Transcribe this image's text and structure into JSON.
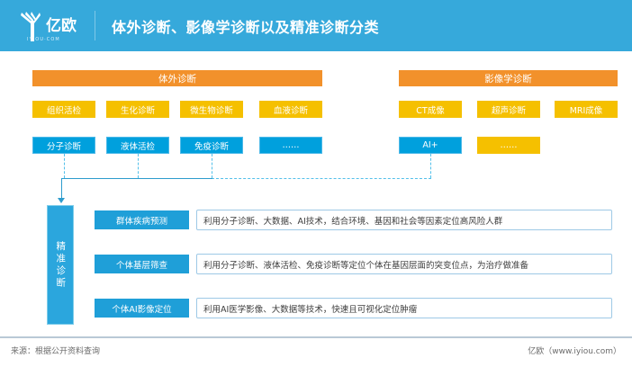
{
  "header": {
    "logo_name": "亿欧",
    "logo_sub": "IYIOU·COM",
    "logo_icon": "tree-logo-icon",
    "title": "体外诊断、影像学诊断以及精准诊断分类"
  },
  "colors": {
    "header_bg": "#36a9db",
    "orange": "#f2912b",
    "yellow": "#f5c000",
    "blue": "#00a0dd",
    "tag_blue": "#1f9fd8",
    "connector": "#53c0ea",
    "border": "#9ec9e6"
  },
  "groups": [
    {
      "title": "体外诊断",
      "row1": [
        "组织活检",
        "生化诊断",
        "微生物诊断",
        "血液诊断"
      ],
      "row2": [
        "分子诊断",
        "液体活检",
        "免疫诊断",
        "……"
      ]
    },
    {
      "title": "影像学诊断",
      "row1": [
        "CT成像",
        "超声诊断",
        "MRI成像"
      ],
      "row2": [
        "AI+",
        "……"
      ]
    }
  ],
  "precision": {
    "label": "精准诊断",
    "rows": [
      {
        "tag": "群体疾病预测",
        "desc": "利用分子诊断、大数据、AI技术，结合环境、基因和社会等因素定位高风险人群"
      },
      {
        "tag": "个体基层筛查",
        "desc": "利用分子诊断、液体活检、免疫诊断等定位个体在基因层面的突变位点，为治疗做准备"
      },
      {
        "tag": "个体AI影像定位",
        "desc": "利用AI医学影像、大数据等技术，快速且可视化定位肿瘤"
      }
    ]
  },
  "footer": {
    "source": "来源：根据公开资料查询",
    "credit": "亿欧（www.iyiou.com）"
  }
}
